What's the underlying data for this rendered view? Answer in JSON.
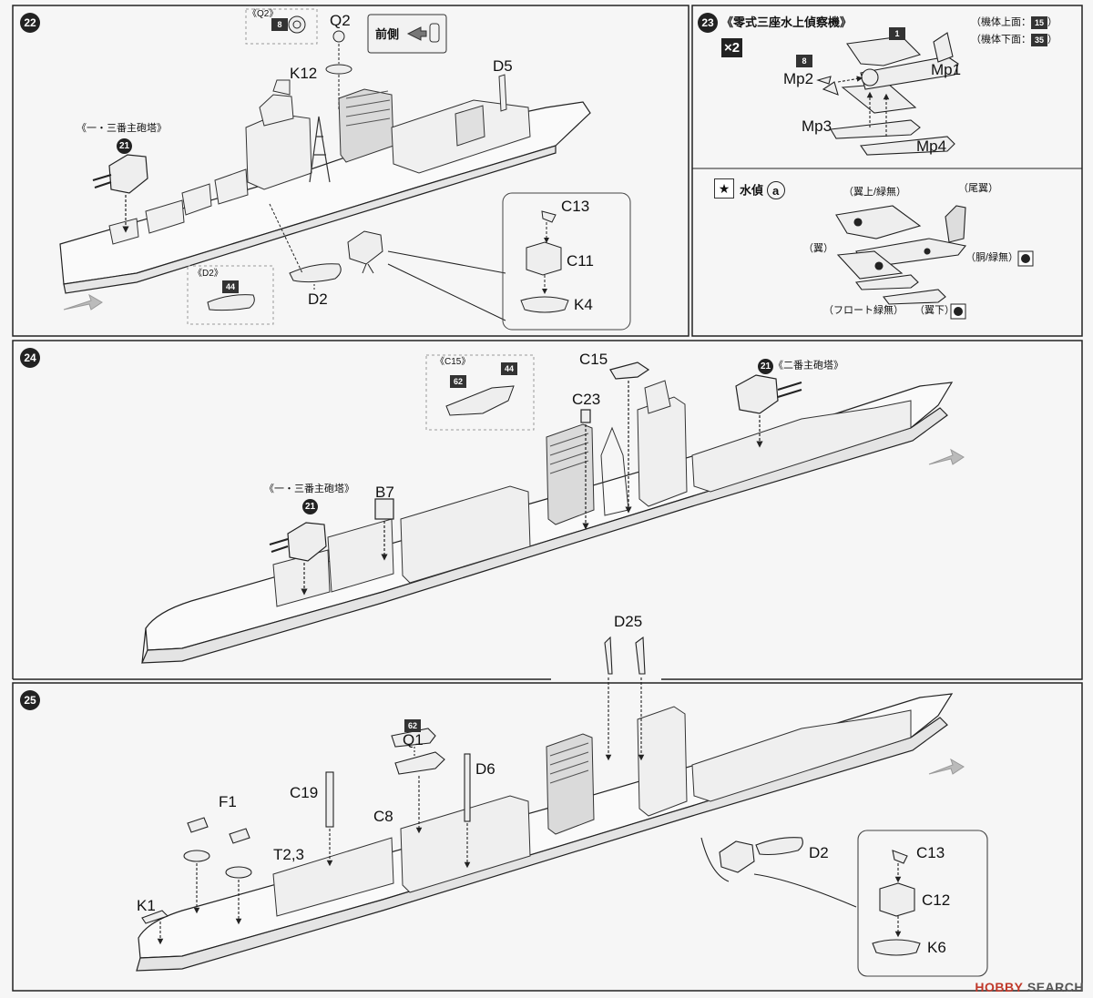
{
  "steps": {
    "s22": {
      "number": "22"
    },
    "s23": {
      "number": "23",
      "title": "《零式三座水上偵察機》",
      "multiplier": "×2",
      "note_top": "（機体上面：",
      "note_top_num": "15",
      "note_bottom": "（機体下面：",
      "note_bottom_num": "35",
      "close": "）"
    },
    "s24": {
      "number": "24"
    },
    "s25": {
      "number": "25"
    }
  },
  "parts": {
    "q2": "Q2",
    "q2_detail": "《Q2》",
    "q2_detail_num": "8",
    "front_label": "前側",
    "k12": "K12",
    "d5": "D5",
    "turret13": "《一・三番主砲塔》",
    "turret13_num": "21",
    "c13": "C13",
    "c11": "C11",
    "k4": "K4",
    "d2": "D2",
    "d2_detail": "《D2》",
    "d2_detail_num": "44",
    "mp1": "Mp1",
    "mp2": "Mp2",
    "mp2_num": "8",
    "mp1_num": "1",
    "mp3": "Mp3",
    "mp4": "Mp4",
    "c15": "C15",
    "c15_detail": "《C15》",
    "c15_num_a": "62",
    "c15_num_b": "44",
    "c23": "C23",
    "turret2": "《二番主砲塔》",
    "turret2_num": "21",
    "b7": "B7",
    "d25": "D25",
    "q1": "Q1",
    "q1_num": "62",
    "d6": "D6",
    "c19": "C19",
    "c8": "C8",
    "f1": "F1",
    "t23": "T2,3",
    "k1": "K1",
    "c12": "C12",
    "k6": "K6"
  },
  "painting": {
    "label": "水偵",
    "letter": "a",
    "wing_top": "（翼上/緑無）",
    "tail": "（尾翼）",
    "wing": "（翼）",
    "body": "（胴/緑無）",
    "float": "（フロート緑無）",
    "wing_bottom": "（翼下）"
  },
  "watermark": {
    "brand": "HOBBY",
    "suffix": " SEARCH"
  }
}
